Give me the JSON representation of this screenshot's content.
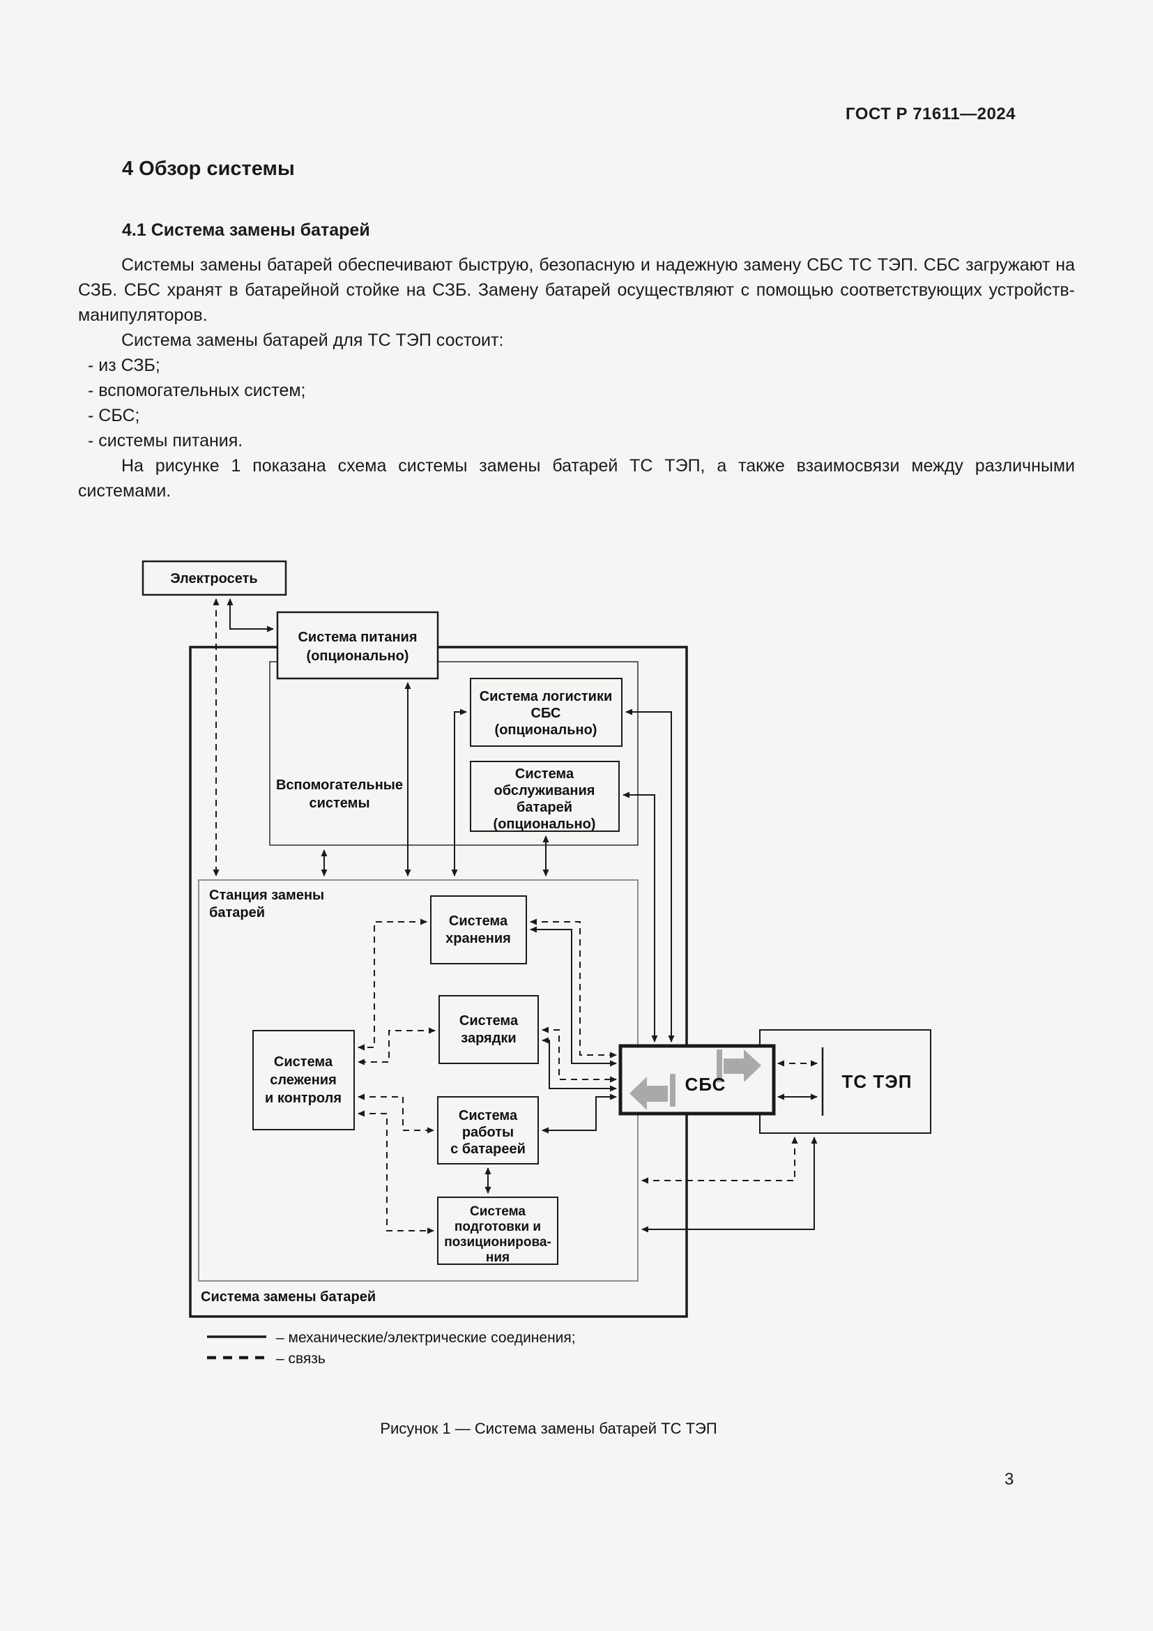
{
  "colors": {
    "paper": "#f5f5f3",
    "ink": "#1a1a1a",
    "box_gray_border": "#8f8f8f",
    "battery_arrow_gray": "#a9a9a9"
  },
  "page": {
    "header": "ГОСТ Р 71611—2024",
    "page_number": "3"
  },
  "section": {
    "h1": "4  Обзор системы",
    "h2": "4.1  Система замены батарей"
  },
  "body": {
    "p1": "Системы замены батарей обеспечивают быструю, безопасную и надежную замену СБС ТС ТЭП. СБС загружают на СЗБ. СБС хранят в батарейной стойке на СЗБ. Замену батарей осуществляют с помощью соответствующих устройств-манипуляторов.",
    "p2": "Система замены батарей для ТС ТЭП состоит:",
    "li1": "- из СЗБ;",
    "li2": "- вспомогательных систем;",
    "li3": "- СБС;",
    "li4": "- системы питания.",
    "p3": "На рисунке 1 показана схема системы замены батарей ТС ТЭП, а также взаимосвязи между различными системами."
  },
  "diagram": {
    "boxes": {
      "grid": {
        "label": "Электросеть"
      },
      "power": {
        "l1": "Система питания",
        "l2": "(опционально)"
      },
      "aux": {
        "l1": "Вспомогательные",
        "l2": "системы"
      },
      "logistics": {
        "l1": "Система логистики",
        "l2": "СБС",
        "l3": "(опционально)"
      },
      "maintenance": {
        "l1": "Система",
        "l2": "обслуживания",
        "l3": "батарей",
        "l4": "(опционально)"
      },
      "station": {
        "l1": "Станция замены",
        "l2": "батарей"
      },
      "storage": {
        "l1": "Система",
        "l2": "хранения"
      },
      "charging": {
        "l1": "Система",
        "l2": "зарядки"
      },
      "monitoring": {
        "l1": "Система",
        "l2": "слежения",
        "l3": "и контроля"
      },
      "battery_handling": {
        "l1": "Система",
        "l2": "работы",
        "l3": "с батареей"
      },
      "positioning": {
        "l1": "Система",
        "l2": "подготовки и",
        "l3": "позиционирова-",
        "l4": "ния"
      },
      "swap_system_label": "Система замены батарей",
      "sbs": {
        "label": "СБС"
      },
      "tctep": {
        "label": "ТС ТЭП"
      }
    },
    "legend": {
      "solid": "– механические/электрические соединения;",
      "dashed": "– связь"
    },
    "caption": "Рисунок 1 — Система замены батарей ТС ТЭП"
  }
}
